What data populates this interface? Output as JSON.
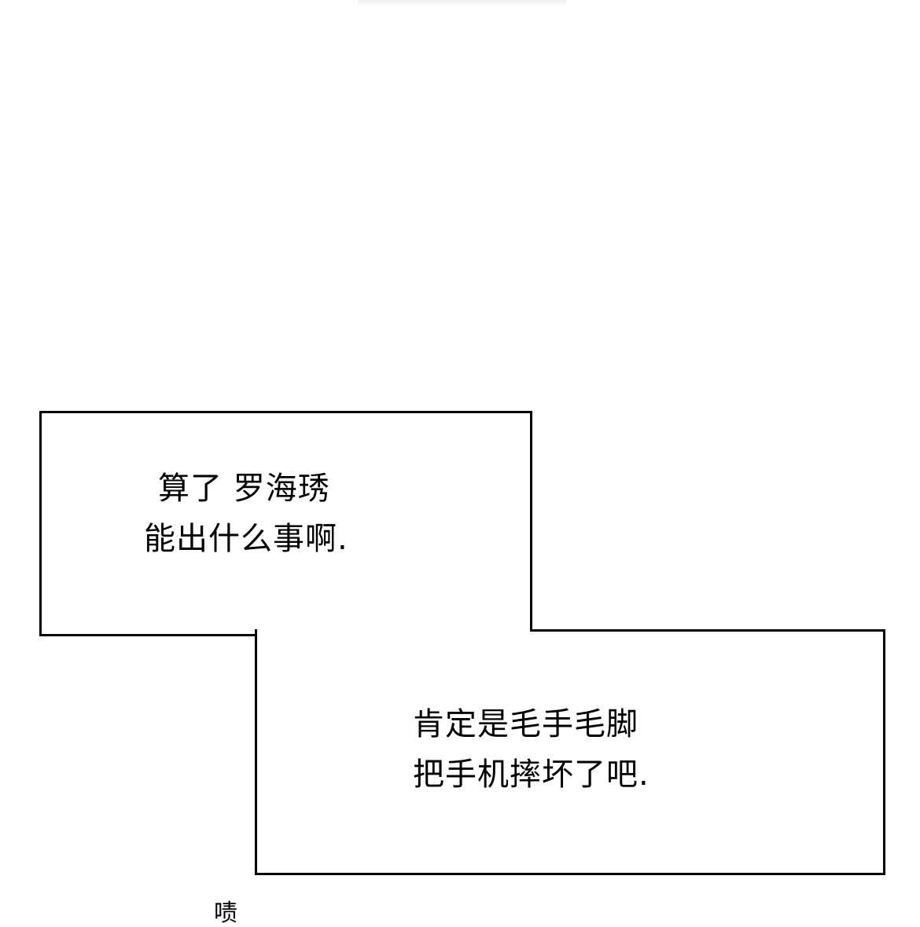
{
  "bubbles": {
    "first": {
      "lines": [
        "算了 罗海琇",
        "能出什么事啊."
      ]
    },
    "second": {
      "lines": [
        "肯定是毛手毛脚",
        "把手机摔坏了吧."
      ]
    }
  },
  "fragment": "啧"
}
